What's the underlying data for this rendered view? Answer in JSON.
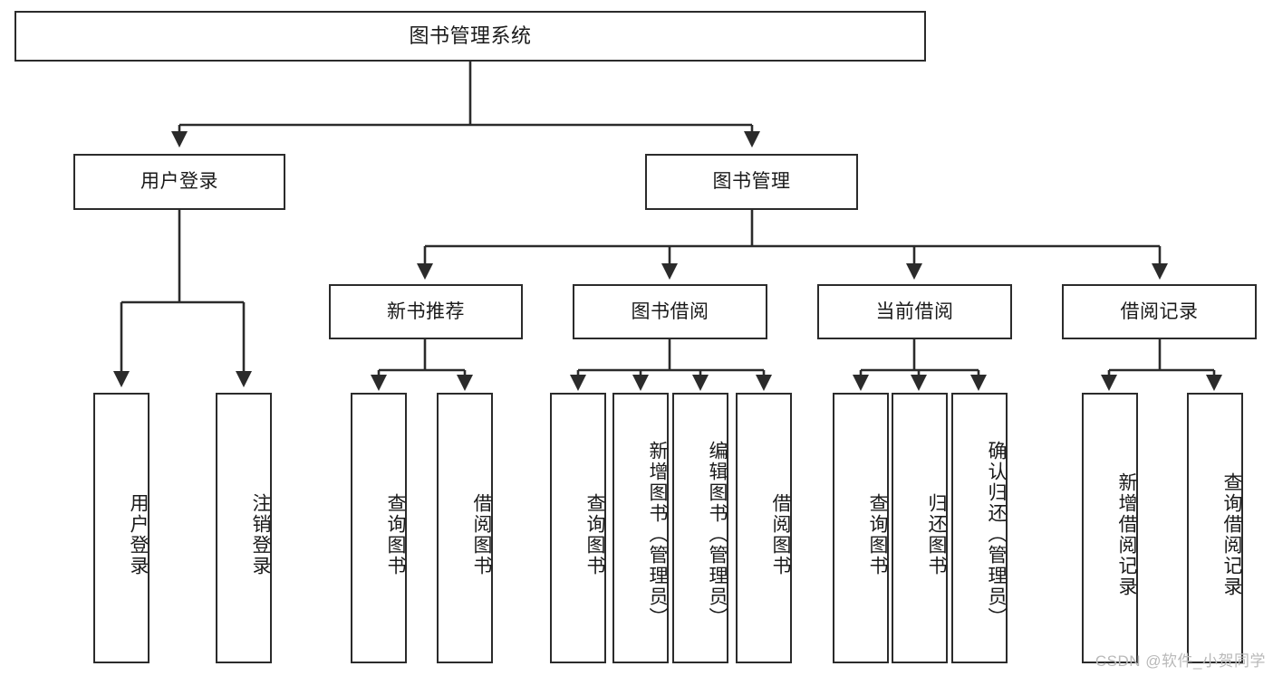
{
  "diagram": {
    "title": "图书管理系统",
    "type": "tree-hierarchy-chart",
    "watermark": "CSDN @软件_小贺同学",
    "colors": {
      "border": "#2b2b2b",
      "background": "#ffffff",
      "text": "#1a1a1a",
      "watermark": "#b9b9b9"
    },
    "levels": {
      "root": {
        "label": "图书管理系统"
      },
      "level2": [
        {
          "id": "user-login",
          "label": "用户登录"
        },
        {
          "id": "book-manage",
          "label": "图书管理"
        }
      ],
      "level3": [
        {
          "id": "new-book-rec",
          "label": "新书推荐"
        },
        {
          "id": "book-borrow",
          "label": "图书借阅"
        },
        {
          "id": "current-borrow",
          "label": "当前借阅"
        },
        {
          "id": "borrow-record",
          "label": "借阅记录"
        }
      ],
      "leaves": [
        {
          "id": "leaf-user-login",
          "label": "用户登录",
          "parent": "user-login"
        },
        {
          "id": "leaf-logout",
          "label": "注销登录",
          "parent": "user-login"
        },
        {
          "id": "leaf-query-book-1",
          "label": "查询图书",
          "parent": "new-book-rec"
        },
        {
          "id": "leaf-borrow-book-1",
          "label": "借阅图书",
          "parent": "new-book-rec"
        },
        {
          "id": "leaf-query-book-2",
          "label": "查询图书",
          "parent": "book-borrow"
        },
        {
          "id": "leaf-add-book",
          "label": "新增图书（管理员）",
          "parent": "book-borrow"
        },
        {
          "id": "leaf-edit-book",
          "label": "编辑图书（管理员）",
          "parent": "book-borrow"
        },
        {
          "id": "leaf-borrow-book-2",
          "label": "借阅图书",
          "parent": "book-borrow"
        },
        {
          "id": "leaf-query-book-3",
          "label": "查询图书",
          "parent": "current-borrow"
        },
        {
          "id": "leaf-return-book",
          "label": "归还图书",
          "parent": "current-borrow"
        },
        {
          "id": "leaf-confirm-return",
          "label": "确认归还（管理员）",
          "parent": "current-borrow"
        },
        {
          "id": "leaf-add-record",
          "label": "新增借阅记录",
          "parent": "borrow-record"
        },
        {
          "id": "leaf-query-record",
          "label": "查询借阅记录",
          "parent": "borrow-record"
        }
      ]
    }
  }
}
